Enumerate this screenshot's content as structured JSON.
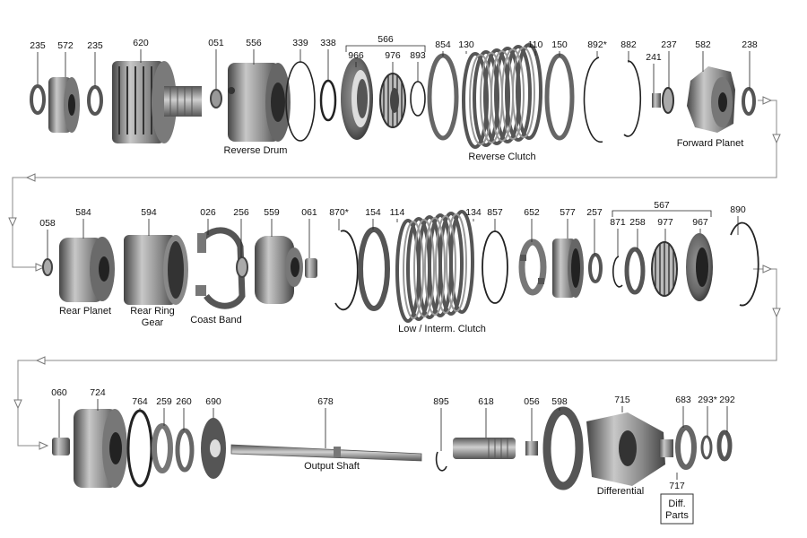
{
  "rows": [
    {
      "parts": [
        {
          "number": "235",
          "kind": "washer"
        },
        {
          "number": "572",
          "kind": "gear"
        },
        {
          "number": "235",
          "kind": "washer"
        },
        {
          "number": "620",
          "kind": "drum"
        },
        {
          "number": "051",
          "kind": "bushing"
        },
        {
          "number": "556",
          "kind": "drum"
        },
        {
          "number": "339",
          "kind": "snap-ring"
        },
        {
          "number": "338",
          "kind": "seal"
        },
        {
          "number": "966",
          "kind": "piston"
        },
        {
          "number": "976",
          "kind": "spring"
        },
        {
          "number": "893",
          "kind": "snap-ring"
        },
        {
          "number": "854",
          "kind": "plate"
        },
        {
          "number": "130",
          "kind": "clutch-pack"
        },
        {
          "number": "110",
          "kind": "clutch-pack"
        },
        {
          "number": "150",
          "kind": "plate"
        },
        {
          "number": "892*",
          "kind": "snap-ring"
        },
        {
          "number": "882",
          "kind": "snap-ring"
        },
        {
          "number": "241",
          "kind": "bushing"
        },
        {
          "number": "237",
          "kind": "bearing"
        },
        {
          "number": "582",
          "kind": "planet"
        },
        {
          "number": "238",
          "kind": "washer"
        }
      ],
      "group": {
        "number": "566"
      },
      "captions": [
        "Reverse Drum",
        "Reverse Clutch",
        "Forward Planet"
      ]
    },
    {
      "parts": [
        {
          "number": "058",
          "kind": "bushing"
        },
        {
          "number": "584",
          "kind": "planet"
        },
        {
          "number": "594",
          "kind": "ring-gear"
        },
        {
          "number": "026",
          "kind": "band"
        },
        {
          "number": "256",
          "kind": "bushing"
        },
        {
          "number": "559",
          "kind": "drum"
        },
        {
          "number": "061",
          "kind": "bushing"
        },
        {
          "number": "870*",
          "kind": "snap-ring"
        },
        {
          "number": "154",
          "kind": "plate"
        },
        {
          "number": "114",
          "kind": "clutch-pack"
        },
        {
          "number": "134",
          "kind": "clutch-pack"
        },
        {
          "number": "857",
          "kind": "snap-ring"
        },
        {
          "number": "652",
          "kind": "sprag"
        },
        {
          "number": "577",
          "kind": "gear"
        },
        {
          "number": "257",
          "kind": "washer"
        },
        {
          "number": "871",
          "kind": "snap-ring"
        },
        {
          "number": "258",
          "kind": "washer"
        },
        {
          "number": "977",
          "kind": "spring"
        },
        {
          "number": "967",
          "kind": "piston"
        },
        {
          "number": "890",
          "kind": "snap-ring"
        }
      ],
      "group": {
        "number": "567"
      },
      "captions": [
        "Rear Planet",
        "Rear Ring",
        "Gear",
        "Coast Band",
        "Low / Interm. Clutch"
      ]
    },
    {
      "parts": [
        {
          "number": "060",
          "kind": "bushing"
        },
        {
          "number": "724",
          "kind": "carrier"
        },
        {
          "number": "764",
          "kind": "seal"
        },
        {
          "number": "259",
          "kind": "washer"
        },
        {
          "number": "260",
          "kind": "washer"
        },
        {
          "number": "690",
          "kind": "sprocket"
        },
        {
          "number": "678",
          "kind": "shaft"
        },
        {
          "number": "895",
          "kind": "clip"
        },
        {
          "number": "618",
          "kind": "shaft"
        },
        {
          "number": "056",
          "kind": "bushing"
        },
        {
          "number": "598",
          "kind": "ring-gear"
        },
        {
          "number": "715",
          "kind": "differential"
        },
        {
          "number": "683",
          "kind": "gear"
        },
        {
          "number": "293*",
          "kind": "washer"
        },
        {
          "number": "292",
          "kind": "washer"
        }
      ],
      "captions": [
        "Output Shaft",
        "Differential"
      ],
      "box": {
        "number": "717",
        "line1": "Diff.",
        "line2": "Parts"
      }
    }
  ],
  "colors": {
    "metal_dark": "#444444",
    "metal_mid": "#8a8a8a",
    "metal_light": "#c8c8c8",
    "flow_line": "#888888"
  }
}
